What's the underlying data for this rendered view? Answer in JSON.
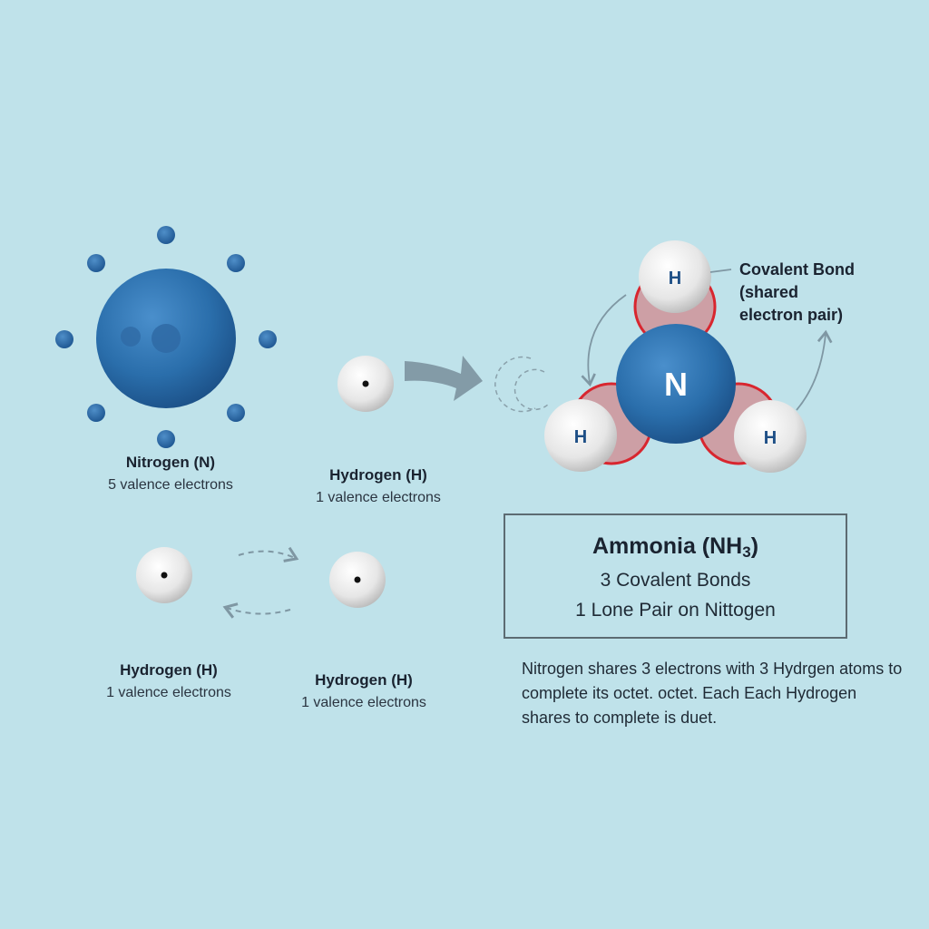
{
  "atoms": {
    "nitrogen": {
      "name": "Nitrogen (N)",
      "valence": "5 valence electrons"
    },
    "hydrogen_top": {
      "name": "Hydrogen (H)",
      "valence": "1 valence electrons"
    },
    "hydrogen_left": {
      "name": "Hydrogen (H)",
      "valence": "1 valence electrons"
    },
    "hydrogen_right": {
      "name": "Hydrogen (H)",
      "valence": "1 valence electrons"
    }
  },
  "molecule": {
    "center_symbol": "N",
    "outer_symbol": "H",
    "bond_label": "Covalent Bond\n(shared\nelectron pair)"
  },
  "summary": {
    "title_main": "Ammonia (NH",
    "title_subscript": "3",
    "title_end": ")",
    "line1": "3 Covalent Bonds",
    "line2": "1 Lone Pair on Nittogen"
  },
  "description": "Nitrogen shares 3 electrons with 3 Hydrgen atoms to complete its octet. octet. Each Each Hydrogen shares to complete is duet.",
  "colors": {
    "background": "#bfe2ea",
    "nitrogen": "#2a6eab",
    "hydrogen": "#e6e6e6",
    "bond": "#d8262f",
    "arrow": "#7f97a3"
  }
}
